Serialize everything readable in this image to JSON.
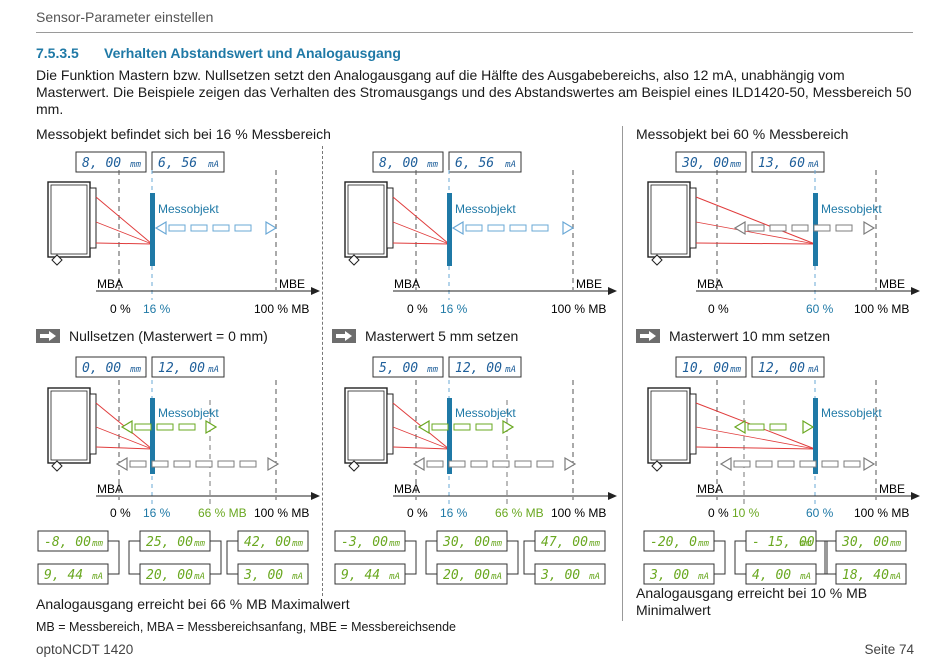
{
  "header": {
    "title": "Sensor-Parameter einstellen"
  },
  "section": {
    "number": "7.5.3.5",
    "title": "Verhalten Abstandswert und Analogausgang",
    "intro": "Die Funktion Mastern bzw. Nullsetzen setzt den Analogausgang auf die Hälfte des Ausgabebereichs, also 12 mA, unabhängig vom Masterwert. Die Beispiele zeigen das Verhalten des Stromausgangs und des Abstandswertes am Beispiel eines ILD1420-50, Messbe­reich 50 mm."
  },
  "captions": {
    "left": "Messobjekt befindet sich bei 16 % Messbereich",
    "right": "Messobjekt bei 60 % Messbereich"
  },
  "steps": {
    "p1": "Nullsetzen (Masterwert = 0 mm)",
    "p2": "Masterwert 5 mm setzen",
    "p3": "Masterwert 10 mm setzen"
  },
  "labels": {
    "messobjekt": "Messobjekt",
    "mba": "MBA",
    "mbe": "MBE",
    "p0": "0 %",
    "p100": "100 % MB"
  },
  "panels": {
    "p1": {
      "top_disp": [
        "8, 00",
        "mm",
        "6, 56",
        "mA"
      ],
      "bottom_disp": [
        "0, 00",
        "mm",
        "12, 00",
        "mA"
      ],
      "pos": "16 %",
      "mark": "66 % MB",
      "lcd_values": [
        [
          "-8, 00",
          "mm"
        ],
        [
          "25, 00",
          "mm"
        ],
        [
          "42, 00",
          "mm"
        ],
        [
          "9, 44",
          "mA"
        ],
        [
          "20, 00",
          "mA"
        ],
        [
          "3, 00",
          "mA"
        ]
      ],
      "result": "Analogausgang erreicht bei 66 % MB Maximalwert"
    },
    "p2": {
      "top_disp": [
        "8, 00",
        "mm",
        "6, 56",
        "mA"
      ],
      "bottom_disp": [
        "5, 00",
        "mm",
        "12, 00",
        "mA"
      ],
      "pos": "16 %",
      "mark": "66 % MB",
      "lcd_values": [
        [
          "-3, 00",
          "mm"
        ],
        [
          "30, 00",
          "mm"
        ],
        [
          "47, 00",
          "mm"
        ],
        [
          "9, 44",
          "mA"
        ],
        [
          "20, 00",
          "mA"
        ],
        [
          "3, 00",
          "mA"
        ]
      ]
    },
    "p3": {
      "top_disp": [
        "30, 00",
        "mm",
        "13, 60",
        "mA"
      ],
      "bottom_disp": [
        "10, 00",
        "mm",
        "12, 00",
        "mA"
      ],
      "pos": "60 %",
      "mark": "10 %",
      "lcd_values": [
        [
          "-20, 0",
          "mm"
        ],
        [
          "- 15, 00",
          "mm"
        ],
        [
          "30, 00",
          "mm"
        ],
        [
          "3, 00",
          "mA"
        ],
        [
          "4, 00",
          "mA"
        ],
        [
          "18, 40",
          "mA"
        ]
      ],
      "result": "Analogausgang erreicht bei 10 % MB Minimalwert"
    }
  },
  "footnote": "MB = Messbereich, MBA = Messbereichsanfang, MBE = Messbereichsende",
  "footer": {
    "left": "optoNCDT 1420",
    "right": "Seite 74"
  },
  "colors": {
    "blue": "#1f79a6",
    "green": "#6aa821",
    "red": "#e03c3c",
    "lcd_blue": "#1f5f9a"
  }
}
